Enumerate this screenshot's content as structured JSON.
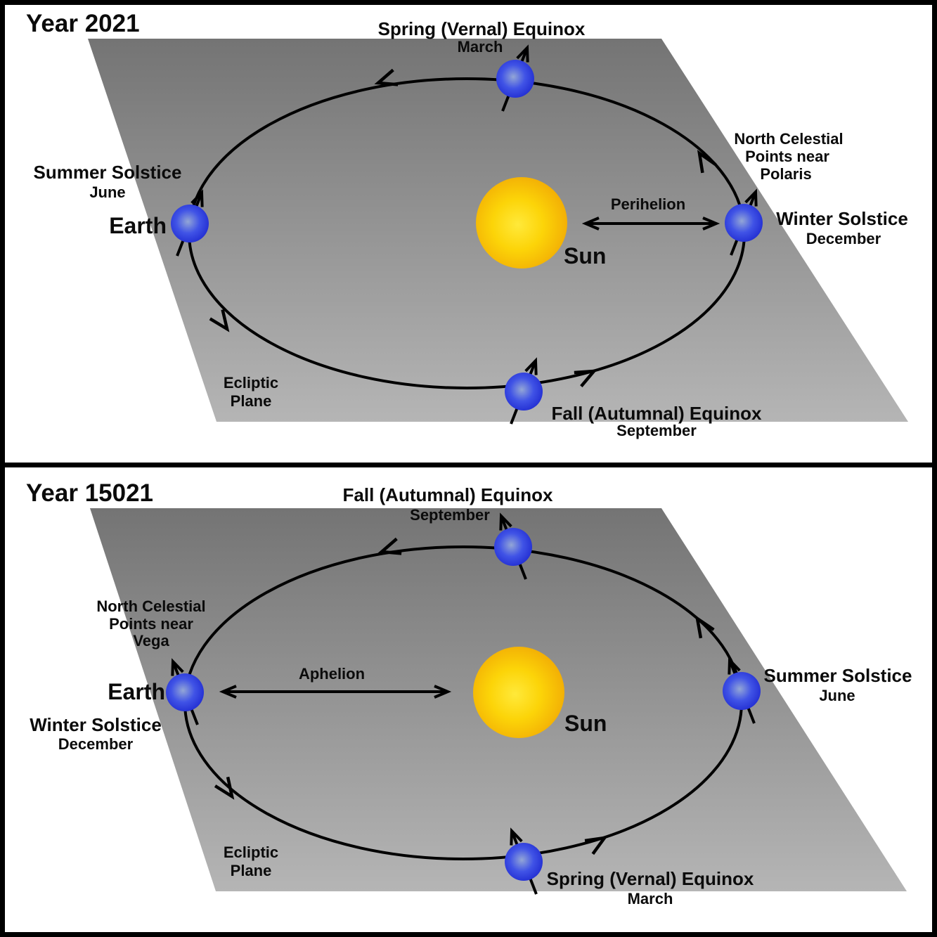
{
  "figure": {
    "description": "Precession of Earth's axis: orbital seasons diagram for Year 2021 vs Year 15021",
    "colors": {
      "background": "#ffffff",
      "frame": "#000000",
      "plane_top": "#747474",
      "plane_bottom": "#b5b5b5",
      "sun_core": "#ffe93a",
      "sun_edge": "#f0a504",
      "earth_core": "#93a6d6",
      "earth_edge": "#1f2ad0",
      "line": "#000000",
      "text": "#0b0b0b"
    }
  },
  "panels": [
    {
      "title": "Year 2021",
      "sun": "Sun",
      "earth": "Earth",
      "distance": "Perihelion",
      "pole": [
        "North Celestial",
        "Points near",
        "Polaris"
      ],
      "ecliptic": [
        "Ecliptic",
        "Plane"
      ],
      "top": {
        "title": "Spring (Vernal) Equinox",
        "month": "March"
      },
      "left": {
        "title": "Summer Solstice",
        "month": "June"
      },
      "right": {
        "title": "Winter Solstice",
        "month": "December"
      },
      "bottom": {
        "title": "Fall (Autumnal) Equinox",
        "month": "September"
      }
    },
    {
      "title": "Year 15021",
      "sun": "Sun",
      "earth": "Earth",
      "distance": "Aphelion",
      "pole": [
        "North Celestial",
        "Points near",
        "Vega"
      ],
      "ecliptic": [
        "Ecliptic",
        "Plane"
      ],
      "top": {
        "title": "Fall (Autumnal) Equinox",
        "month": "September"
      },
      "left": {
        "title": "Winter Solstice",
        "month": "December"
      },
      "right": {
        "title": "Summer Solstice",
        "month": "June"
      },
      "bottom": {
        "title": "Spring (Vernal) Equinox",
        "month": "March"
      }
    }
  ]
}
